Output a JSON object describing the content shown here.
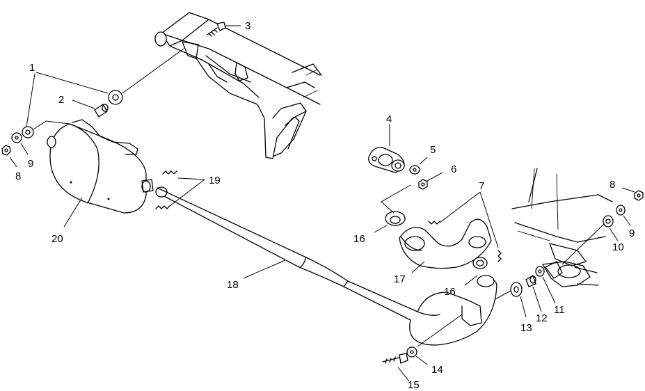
{
  "callouts": {
    "c1": "1",
    "c2": "2",
    "c3": "3",
    "c4": "4",
    "c5": "5",
    "c6": "6",
    "c7": "7",
    "c8a": "8",
    "c8b": "8",
    "c9a": "9",
    "c9b": "9",
    "c10": "10",
    "c11": "11",
    "c12": "12",
    "c13": "13",
    "c14": "14",
    "c15": "15",
    "c16a": "16",
    "c16b": "16",
    "c17": "17",
    "c18": "18",
    "c19": "19",
    "c20": "20"
  }
}
